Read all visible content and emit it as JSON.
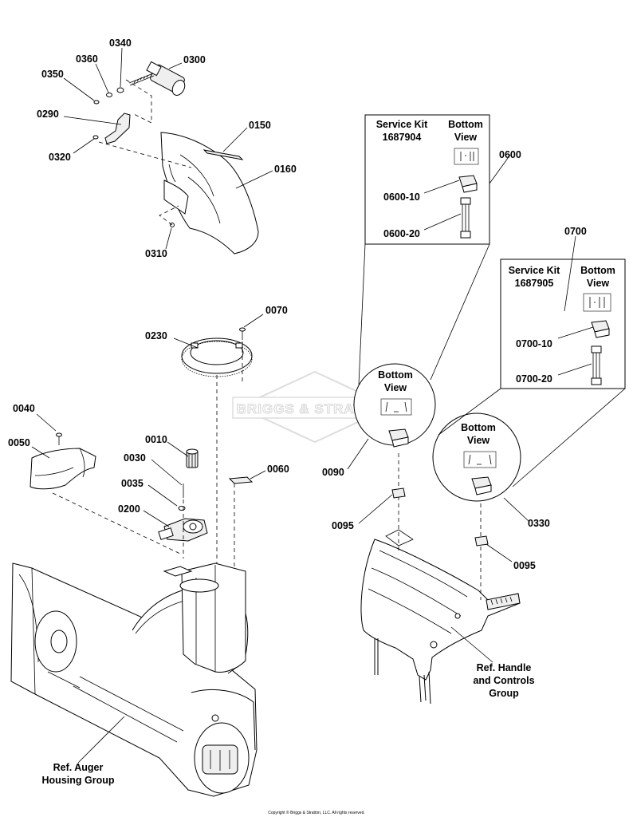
{
  "watermark": "BRIGGS & STRATTON",
  "copyright": "Copyright © Briggs & Stratton, LLC. All rights reserved.",
  "part_labels": {
    "p0340": "0340",
    "p0360": "0360",
    "p0300": "0300",
    "p0350": "0350",
    "p0290": "0290",
    "p0150": "0150",
    "p0320": "0320",
    "p0160": "0160",
    "p0310": "0310",
    "p0070": "0070",
    "p0230": "0230",
    "p0040": "0040",
    "p0050": "0050",
    "p0010": "0010",
    "p0030": "0030",
    "p0060": "0060",
    "p0035": "0035",
    "p0200": "0200",
    "p0600": "0600",
    "p0600_10": "0600-10",
    "p0600_20": "0600-20",
    "p0700": "0700",
    "p0700_10": "0700-10",
    "p0700_20": "0700-20",
    "p0090": "0090",
    "p0095a": "0095",
    "p0095b": "0095",
    "p0330": "0330"
  },
  "kit_1687904": {
    "title_line1": "Service Kit",
    "title_line2": "1687904",
    "view_line1": "Bottom",
    "view_line2": "View"
  },
  "kit_1687905": {
    "title_line1": "Service Kit",
    "title_line2": "1687905",
    "view_line1": "Bottom",
    "view_line2": "View"
  },
  "detail_0090": {
    "view_line1": "Bottom",
    "view_line2": "View"
  },
  "detail_0330": {
    "view_line1": "Bottom",
    "view_line2": "View"
  },
  "references": {
    "handle_line1": "Ref. Handle",
    "handle_line2": "and Controls",
    "handle_line3": "Group",
    "auger_line1": "Ref. Auger",
    "auger_line2": "Housing Group"
  }
}
